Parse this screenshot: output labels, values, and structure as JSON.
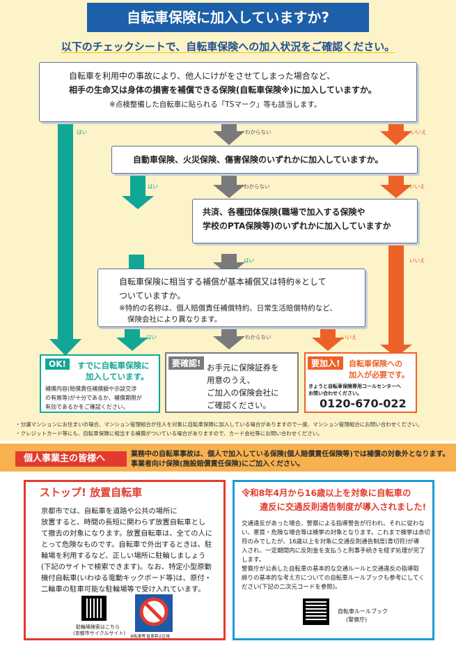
{
  "header": {
    "title": "自転車保険に加入していますか?",
    "subtitle": "以下のチェックシートで、自転車保険への加入状況をご確認ください。"
  },
  "q1": {
    "line1": "自転車を利用中の事故により、他人にけがをさせてしまった場合など、",
    "line2": "相手の生命又は身体の損害を補償できる保険(自転車保険※)に加入していますか。",
    "note": "※点検整備した自転車に貼られる「TSマーク」等も該当します。"
  },
  "q2": {
    "text": "自動車保険、火災保険、傷害保険のいずれかに加入していますか。"
  },
  "q3": {
    "line1": "共済、各種団体保険(職場で加入する保険や",
    "line2": "学校のPTA保険等)のいずれかに加入していますか"
  },
  "q4": {
    "line1": "自転車保険に相当する補償が基本補償又は特約※として",
    "line2": "ついていますか。",
    "note1": "※特約の名称は、個人賠償責任補償特約、日常生活賠償特約など、",
    "note2": "保険会社により異なります。"
  },
  "labels": {
    "yes": "はい",
    "unknown": "わからない",
    "no": "いいえ"
  },
  "results": {
    "ok": {
      "badge": "OK!",
      "title1": "すでに自転車保険に",
      "title2": "加入しています。",
      "note1": "補償内容(賠償責任補償額や示談交渉",
      "note2": "の有無等)が十分であるか、補償期限が",
      "note3": "有効であるかをご確認ください。"
    },
    "check": {
      "badge": "要確認!",
      "line1": "お手元に保険証券を",
      "line2": "用意のうえ、",
      "line3": "ご加入の保険会社に",
      "line4": "ご確認ください。"
    },
    "need": {
      "badge": "要加入!",
      "title1": "自転車保険への",
      "title2": "加入が必要です。",
      "center1": "きょうと自転車保険専用コールセンターへ",
      "center2": "お問い合わせください。",
      "phone": "0120-670-022"
    }
  },
  "fine": {
    "line1": "・分譲マンションにお住まいの場合、マンション管理組合が住人を対象に自転車保険に加入している場合がありますので一度、マンション管理組合にお問い合わせください。",
    "line2": "・クレジットカード等にも、自転車保険に相当する補償がついている場合がありますので、カード会社等にお問い合わせください。"
  },
  "business": {
    "tag": "個人事業主の皆様へ",
    "line1": "業務中の自転車事故は、個人で加入している保険(個人賠償責任保険等)では補償の対象外となります。",
    "line2": "事業者向け保険(施設賠償責任保険)にご加入ください。"
  },
  "stop": {
    "title": "ストップ! 放置自転車",
    "body": [
      "京都市では、自転車を道路や公共の場所に",
      "放置すると、時間の長短に関わらず放置自転車とし",
      "て撤去の対象になります。放置自転車は、全ての人に",
      "とって危険なものです。自転車で外出するときは、駐",
      "輪場を利用するなど、正しい場所に駐輪しましょう",
      "(下記のサイトで検索できます)。なお、特定小型原動",
      "機付自転車(いわゆる電動キックボード等)は、原付・",
      "二輪車の駐車可能な駐輪場等で受け入れています。"
    ],
    "qr1": "駐輪場検索はこちら",
    "qr2": "(京都市サイクルサイト)",
    "sign": "自転車等 駐車禁止区域"
  },
  "law": {
    "title1": "令和8年4月から16歳以上を対象に自転車の",
    "title2": "違反に交通反則通告制度が導入されました!",
    "body": [
      "交通違反があった場合、警察による指導警告が行われ、それに従わな",
      "い、悪質・危険な場合等は検挙の対象となります。これまで検挙は赤切",
      "符のみでしたが、16歳以上を対象に交通反則通告制度(青切符)が導",
      "入され、一定期間内に反則金を支払うと刑事手続きを経ず処理が完了",
      "します。",
      "警察庁が公表した自転車の基本的な交通ルールと交通違反の指導取",
      "締りの基本的な考え方についての自転車ルールブックも参考にしてく",
      "ださい(下記の二次元コードを参照)。"
    ],
    "qr1": "自転車ルールブック",
    "qr2": "(警察庁)"
  },
  "colors": {
    "teal": "#11a796",
    "gray": "#7a7a7a",
    "orange": "#ec6128",
    "navy": "#1d5fa8",
    "red": "#e23a2e",
    "blue": "#1e9ad6"
  }
}
